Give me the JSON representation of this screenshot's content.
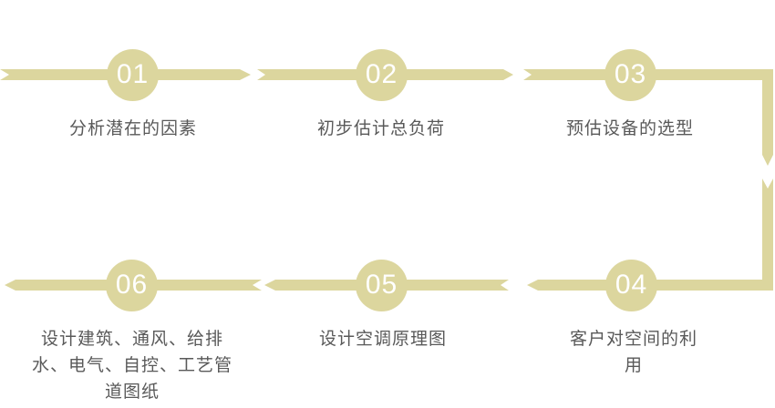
{
  "colors": {
    "ribbon": "#dcd69e",
    "number": "#ffffff",
    "label": "#595959"
  },
  "steps": [
    {
      "number": "01",
      "label": "分析潜在的因素"
    },
    {
      "number": "02",
      "label": "初步估计总负荷"
    },
    {
      "number": "03",
      "label": "预估设备的选型"
    },
    {
      "number": "04",
      "label": "客户对空间的利用"
    },
    {
      "number": "05",
      "label": "设计空调原理图"
    },
    {
      "number": "06",
      "label": "设计建筑、通风、给排水、电气、自控、工艺管道图纸"
    }
  ]
}
